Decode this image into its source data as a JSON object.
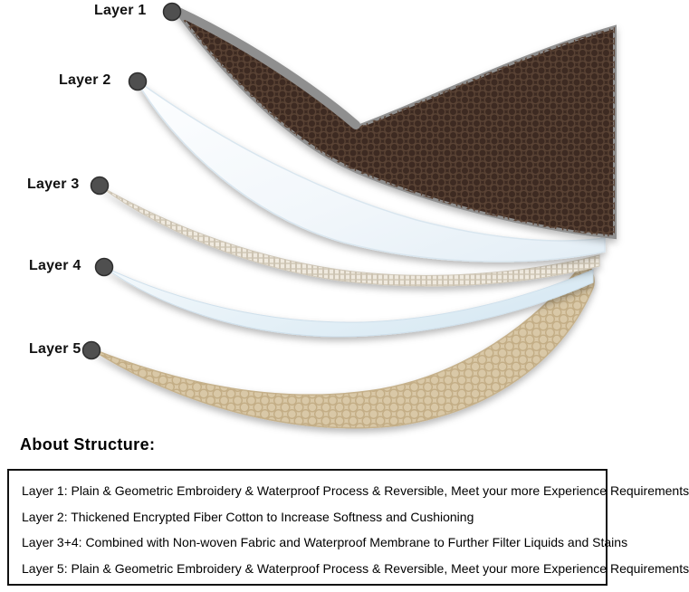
{
  "diagram": {
    "layers": [
      {
        "label": "Layer 1"
      },
      {
        "label": "Layer 2"
      },
      {
        "label": "Layer 3"
      },
      {
        "label": "Layer 4"
      },
      {
        "label": "Layer 5"
      }
    ]
  },
  "about": {
    "heading": "About Structure:",
    "items": [
      "Layer 1: Plain & Geometric Embroidery & Waterproof Process & Reversible, Meet your more Experience Requirements",
      "Layer 2: Thickened Encrypted Fiber Cotton to Increase Softness and Cushioning",
      "Layer 3+4: Combined with Non-woven Fabric and Waterproof Membrane to Further Filter Liquids and Stains",
      "Layer 5: Plain & Geometric Embroidery & Waterproof Process & Reversible, Meet your more Experience Requirements"
    ]
  },
  "colors": {
    "layer1_base": "#3c2b21",
    "layer1_edge": "#8f8f8f",
    "layer2_base": "#f5f9fc",
    "layer3_base": "#efe9de",
    "layer4_base": "#e7f1f8",
    "layer5_base": "#d9c8a7",
    "dot_fill": "#4f4f4f",
    "text": "#111111",
    "box_border": "#111111"
  }
}
